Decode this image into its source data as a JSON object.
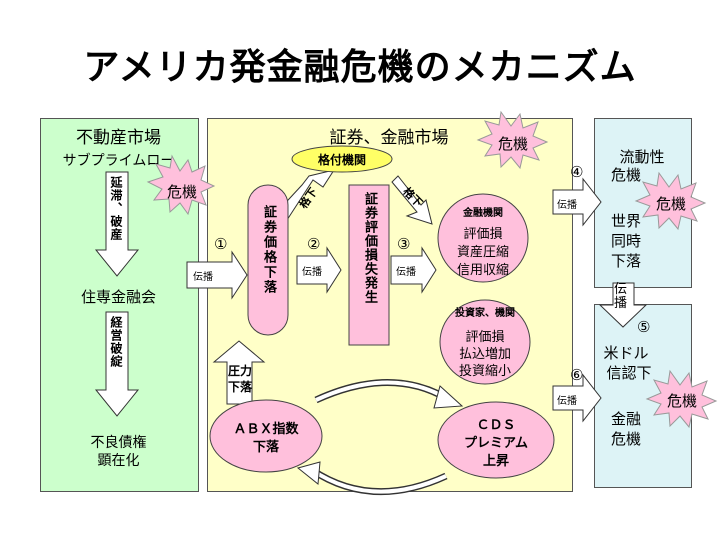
{
  "title": "アメリカ発金融危機のメカニズム",
  "left_panel": {
    "header": "不動産市場",
    "subprime": "サブプライムロー",
    "arrow1_text": "延滞、破産",
    "jusen": "住専金融会",
    "arrow2_text": "経営破綻",
    "bad_debt_1": "不良債権",
    "bad_debt_2": "顕在化"
  },
  "middle_panel": {
    "header": "証券、金融市場",
    "rating_agency": "格付機関",
    "downgrade_1": "格下",
    "downgrade_2": "格下",
    "securities_price_drop": "証券価格下落",
    "valuation_loss": "証券評価損失発生",
    "financial_inst": {
      "title": "金融機関",
      "lines": [
        "評価損",
        "資産圧縮",
        "信用収縮"
      ]
    },
    "investors": {
      "title": "投資家、機関",
      "lines": [
        "評価損",
        "払込増加",
        "投資縮小"
      ]
    },
    "pressure_1": "圧力",
    "pressure_2": "下落",
    "abx_1": "ＡＢＸ指数",
    "abx_2": "下落",
    "cds_1": "ＣＤＳ",
    "cds_2": "プレミアム",
    "cds_3": "上昇"
  },
  "right_panel": {
    "liquidity_1": "流動性",
    "liquidity_2": "危機",
    "world_1": "世界",
    "world_2": "同時",
    "world_3": "下落",
    "propagate": "伝播",
    "dollar_1": "米ドル",
    "dollar_2": "信認下",
    "finance_1": "金融",
    "finance_2": "危機"
  },
  "propagation_label": "伝播",
  "crisis_label": "危機",
  "numbers": [
    "①",
    "②",
    "③",
    "④",
    "⑤",
    "⑥"
  ],
  "colors": {
    "left_bg": "#ccffcc",
    "middle_bg": "#ffffc8",
    "right_bg": "#ddf3f6",
    "pink": "#ffc0dc",
    "yellow_ellipse": "#ffff66",
    "burst": "#ffc0dc"
  }
}
